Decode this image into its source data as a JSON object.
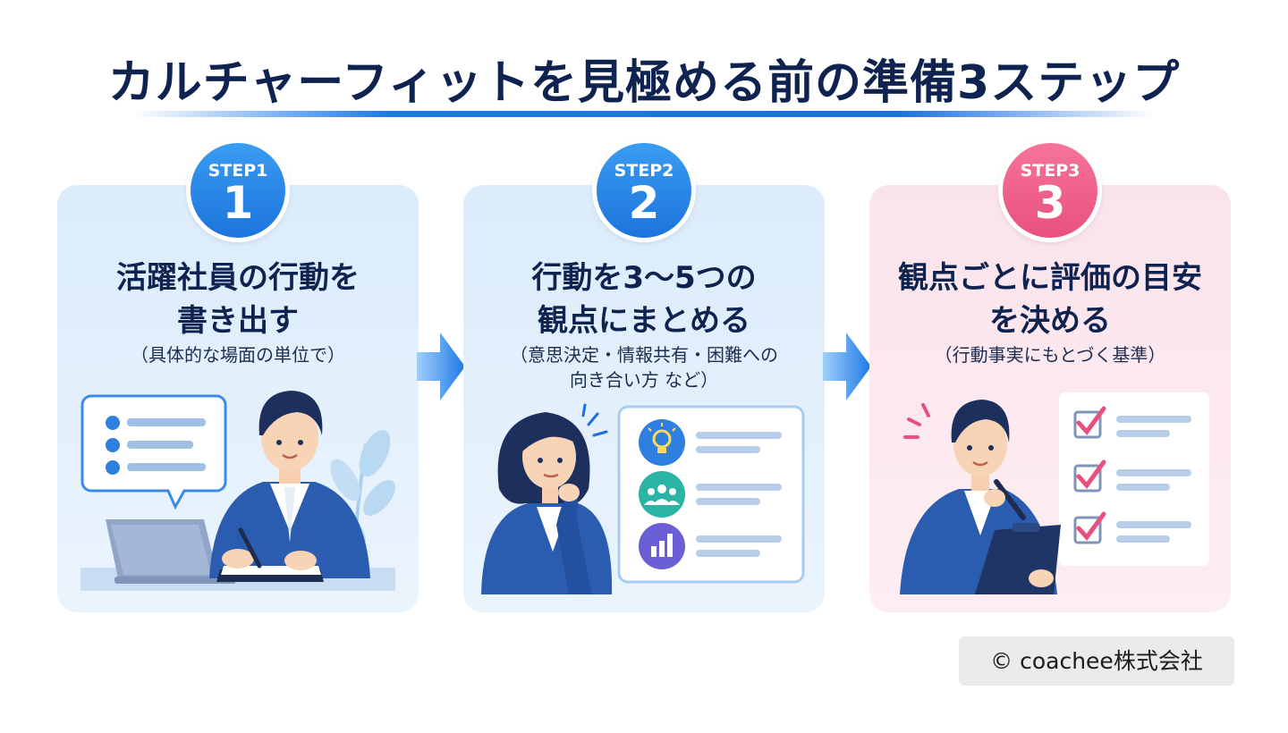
{
  "title": "カルチャーフィットを見極める前の準備3ステップ",
  "steps": [
    {
      "badge_label": "STEP1",
      "badge_number": "1",
      "heading_lines": [
        "活躍社員の行動を",
        "書き出す"
      ],
      "sub_lines": [
        "（具体的な場面の単位で）"
      ],
      "icons": [
        "speech-bubble-list-icon",
        "laptop-icon",
        "notebook-icon",
        "plant-icon"
      ]
    },
    {
      "badge_label": "STEP2",
      "badge_number": "2",
      "heading_lines": [
        "行動を3〜5つの",
        "観点にまとめる"
      ],
      "sub_lines": [
        "（意思決定・情報共有・困難への",
        "向き合い方 など）"
      ],
      "icons": [
        "lightbulb-icon",
        "team-icon",
        "bar-chart-icon"
      ]
    },
    {
      "badge_label": "STEP3",
      "badge_number": "3",
      "heading_lines": [
        "観点ごとに評価の目安",
        "を決める"
      ],
      "sub_lines": [
        "（行動事実にもとづく基準）"
      ],
      "icons": [
        "checklist-icon",
        "clipboard-icon",
        "pen-icon"
      ]
    }
  ],
  "colors": {
    "navy": "#0f2350",
    "accent_blue": "#1e78e6",
    "accent_pink": "#e9507d",
    "card_blue": "#dcecfb",
    "card_pink": "#fbe3ec"
  },
  "copyright": "© coachee株式会社"
}
